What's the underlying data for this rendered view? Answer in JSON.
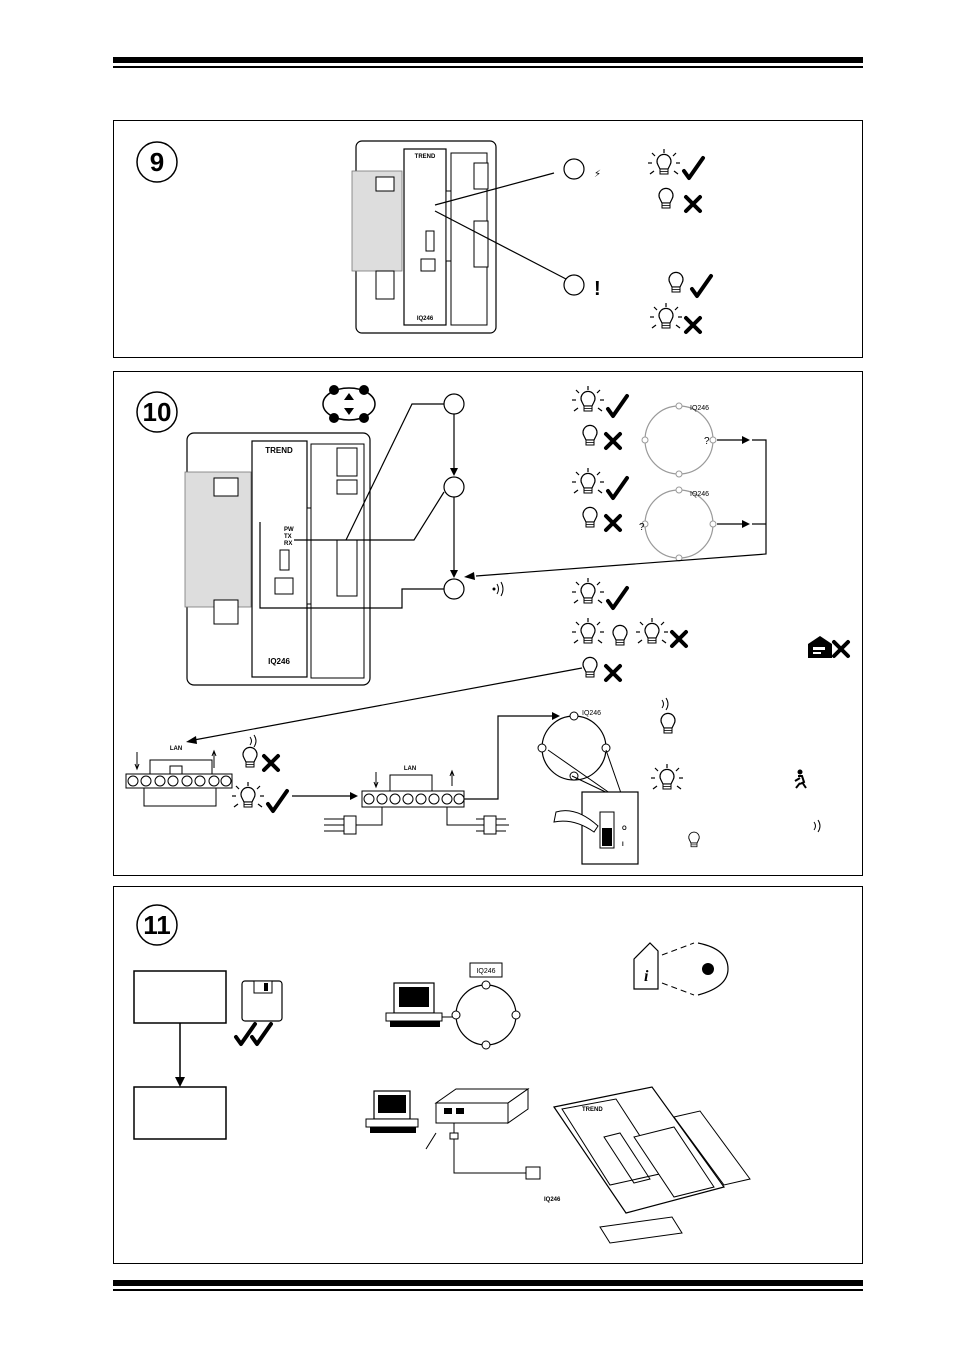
{
  "steps": {
    "s9": "9",
    "s10": "10",
    "s11": "11"
  },
  "device": {
    "brand": "TREND",
    "model": "IQ246"
  },
  "led_labels": {
    "pw": "PW",
    "tx": "TX",
    "rx": "RX"
  },
  "ring": {
    "label": "IQ246",
    "unknown": "?"
  },
  "lan": {
    "label": "LAN"
  },
  "switch": {
    "off": "O",
    "on": "I"
  },
  "symbols": {
    "lightning": "⚡",
    "warning": "!"
  },
  "colors": {
    "ink": "#000000",
    "ring_grey": "#9a9a9a",
    "paper": "#ffffff"
  }
}
